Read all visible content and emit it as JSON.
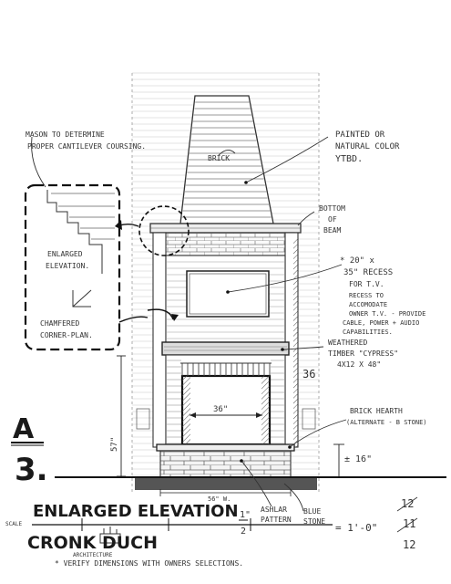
{
  "labels": {
    "mason_note_1": "MASON TO DETERMINE",
    "mason_note_2": "PROPER CANTILEVER COURSING.",
    "brick": "BRICK",
    "painted_1": "PAINTED OR",
    "painted_2": "NATURAL COLOR",
    "painted_3": "YTBD.",
    "bottom_1": "BOTTOM",
    "bottom_2": "OF",
    "bottom_3": "BEAM",
    "enlarged_1": "ENLARGED",
    "enlarged_2": "ELEVATION.",
    "chamfered_1": "CHAMFERED",
    "chamfered_2": "CORNER-PLAN.",
    "recess_1": "* 20\" x",
    "recess_2": "35\" RECESS",
    "recess_3": "FOR T.V.",
    "recess_4": "RECESS TO",
    "recess_5": "ACCOMODATE",
    "recess_6": "OWNER T.V. - PROVIDE",
    "recess_7": "CABLE, POWER + AUDIO",
    "recess_8": "CAPABILITIES.",
    "timber_1": "WEATHERED",
    "timber_2": "TIMBER \"CYPRESS\"",
    "timber_3": "4X12 X 48\"",
    "hearth_1": "BRICK HEARTH",
    "hearth_2": "(ALTERNATE - B STONE)",
    "dim_36": "36\"",
    "dim_36_side": "36",
    "dim_57": "57\"",
    "dim_16": "± 16\"",
    "dim_56": "56\" W.",
    "ashlar_1": "ASHLAR",
    "ashlar_2": "PATTERN",
    "blue_1": "BLUE",
    "blue_2": "STONE",
    "sheet_a": "A",
    "sheet_3": "3.",
    "title": "ENLARGED ELEVATION",
    "scale": "SCALE",
    "scale_1": "1\"",
    "scale_2": "2",
    "scale_eq": "= 1'-0\"",
    "firm": "CRONK  DUCH",
    "architects": "ARCHITECTURE",
    "verify": "* VERIFY DIMENSIONS WITH OWNERS SELECTIONS.",
    "date_1": "12",
    "date_2": "11",
    "date_3": "12"
  }
}
